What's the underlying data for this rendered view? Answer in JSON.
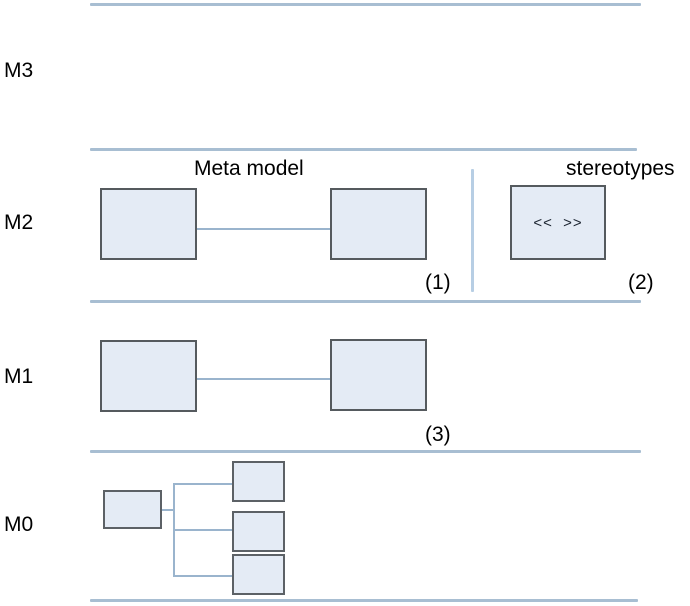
{
  "diagram": {
    "title_labels": {
      "meta_model": "Meta model",
      "stereotypes": "stereotypes"
    },
    "levels": [
      {
        "id": "m3",
        "label": "M3"
      },
      {
        "id": "m2",
        "label": "M2"
      },
      {
        "id": "m1",
        "label": "M1"
      },
      {
        "id": "m0",
        "label": "M0"
      }
    ],
    "captions": [
      {
        "id": "c1",
        "label": "(1)"
      },
      {
        "id": "c2",
        "label": "(2)"
      },
      {
        "id": "c3",
        "label": "(3)"
      }
    ],
    "nodes": {
      "m2_left": "",
      "m2_right": "",
      "m2_stereotype": "<<  >>",
      "m1_left": "",
      "m1_right": "",
      "m0_parent": "",
      "m0_child_1": "",
      "m0_child_2": "",
      "m0_child_3": ""
    },
    "colors": {
      "separator": "#a8bed2",
      "vertical_divider": "#b7cee4",
      "node_fill": "#e4ebf5",
      "node_border": "#555a5e",
      "connector": "#9ab4cd",
      "text": "#000000"
    }
  }
}
